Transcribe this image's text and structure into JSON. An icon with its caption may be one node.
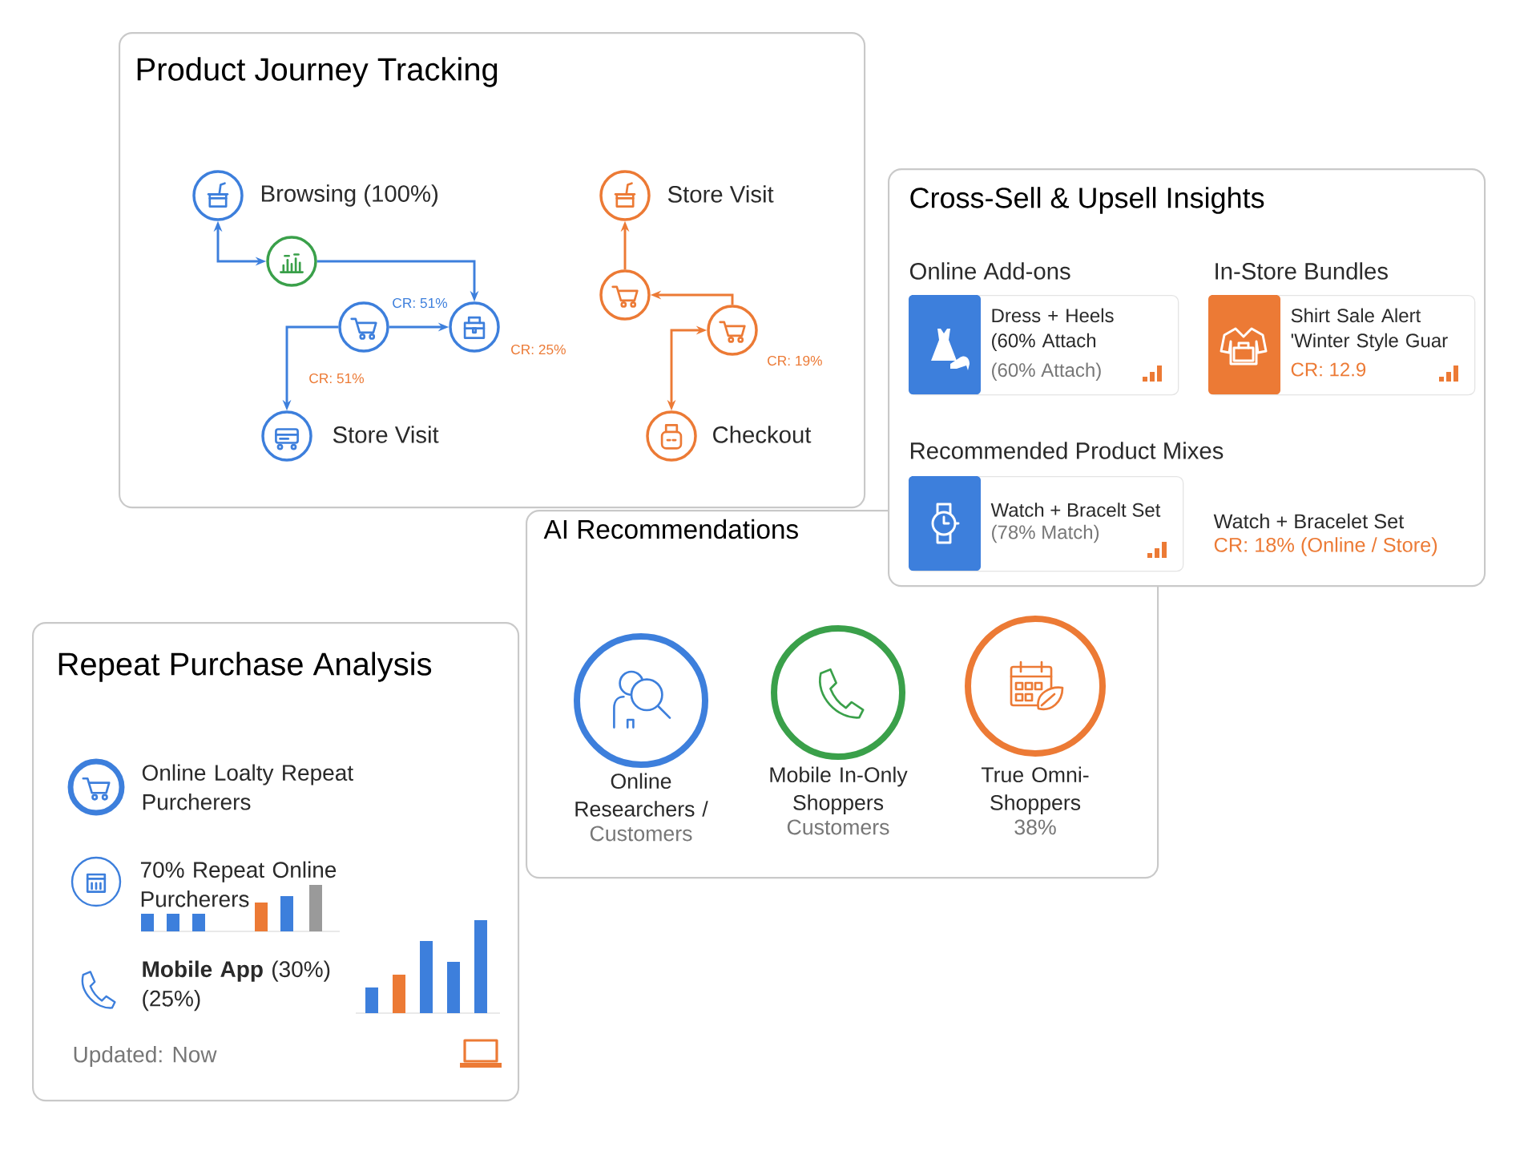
{
  "diagram": {
    "nodes": [
      {
        "text": [
          "Product Journey Tracking"
        ]
      },
      {
        "text": [
          "Browsing (100%)"
        ],
        "in": 0
      },
      {
        "text": [],
        "shape": "circle",
        "in": 0
      },
      {
        "text": [],
        "shape": "circle",
        "in": 0
      },
      {
        "text": [],
        "shape": "circle",
        "in": 0
      },
      {
        "text": [
          "Store Visit"
        ],
        "in": 0
      },
      {
        "text": [
          "Store Visit"
        ],
        "in": 0
      },
      {
        "text": [],
        "shape": "circle",
        "in": 0
      },
      {
        "text": [],
        "shape": "circle",
        "in": 0
      },
      {
        "text": [
          "Checkout"
        ],
        "in": 0
      },
      {
        "text": [
          "Cross-Sell & Upsell Insights",
          "Online Add-ons",
          "In-Store Bundles",
          "Recommended Product Mixes",
          "Watch + Bracelet Set",
          "CR: 18% (Online / Store)"
        ]
      },
      {
        "text": [
          "Dress + Heels (60% Attach",
          "(60% Attach)"
        ],
        "in": 10
      },
      {
        "text": [
          "Shirt Sale Alert 'Winter Style Guar",
          "CR: 12.9"
        ],
        "in": 10
      },
      {
        "text": [
          "Watch + Bracelt Set",
          "(78% Match)"
        ],
        "in": 10
      },
      {
        "text": [
          "AI Recommendations"
        ]
      },
      {
        "text": [
          "Online Researchers /",
          "Customers"
        ],
        "in": 14
      },
      {
        "text": [
          "Mobile In-Only Shoppers",
          "Customers"
        ],
        "in": 14
      },
      {
        "text": [
          "True Omni-Shoppers",
          "38%"
        ],
        "in": 14
      },
      {
        "text": [
          "Repeat Purchase Analysis",
          "**Mobile App** (30%) (25%)",
          "Updated: Now"
        ]
      },
      {
        "text": [
          "Online Loalty Repeat Purcherers"
        ],
        "in": 18
      },
      {
        "text": [
          "70% Repeat Online Purcherers"
        ],
        "in": 18
      }
    ],
    "edges": [
      {
        "from": 1,
        "to": 2,
        "arrow": "both"
      },
      {
        "from": 2,
        "to": 4,
        "arrow": "to"
      },
      {
        "from": 3,
        "to": 4,
        "arrow": "to",
        "label": "CR: 51%"
      },
      {
        "from": 3,
        "to": 5,
        "arrow": "to",
        "label": "CR: 51%"
      },
      {
        "from": 7,
        "to": 6,
        "arrow": "to",
        "color": "#ec7a35"
      },
      {
        "from": 8,
        "to": 7,
        "arrow": "to",
        "color": "#ec7a35"
      },
      {
        "from": 9,
        "to": 8,
        "arrow": "both",
        "color": "#ec7a35"
      }
    ],
    "labels": [
      "CR: 25%",
      "CR: 19%"
    ]
  }
}
